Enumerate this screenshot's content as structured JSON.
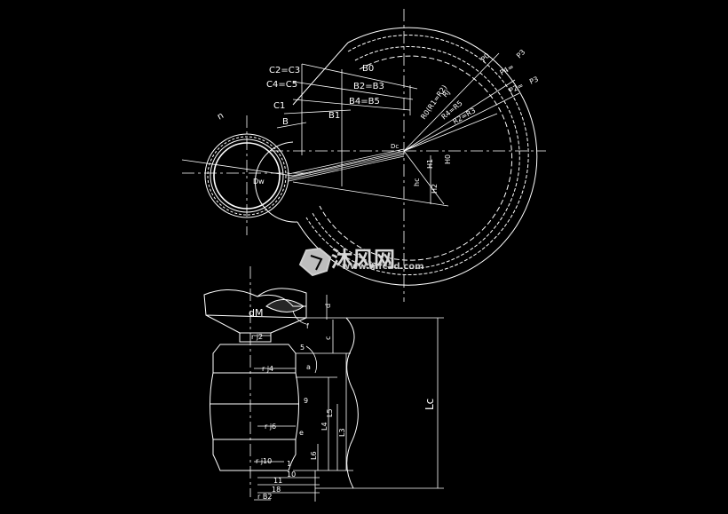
{
  "colors": {
    "background": "#000000",
    "lines": "#ffffff",
    "watermark": "#c8c8c8"
  },
  "top_view": {
    "dim_labels": {
      "c2_c3": "C2=C3",
      "c4_c5": "C4=C5",
      "c1": "C1",
      "b0": "B0",
      "b2_b3": "B2=B3",
      "b4_b5": "B4=B5",
      "b1": "B1",
      "b": "B",
      "n": "n",
      "dw": "Dw",
      "dc": "Dc",
      "p0": "P0",
      "p3": "P3",
      "p4": "P4=",
      "p2": "P2=",
      "p3b": "P3",
      "r0": "R0(R1=R2)",
      "rj": "Rj",
      "r4_r5": "R4=R5",
      "r2_r3": "R2=R3",
      "h1": "H1",
      "h0": "H0",
      "hc": "hc",
      "h2": "H2"
    }
  },
  "side_view": {
    "dim_labels": {
      "dm": "dM",
      "d": "d",
      "rj2": "r j2",
      "c": "c",
      "five": "5",
      "angle": "a",
      "rj4": "r j4",
      "nine": "9",
      "rj6": "r j6",
      "l5": "L5",
      "l4": "L4",
      "l3": "L3",
      "l6": "L6",
      "lc": "Lc",
      "rj0": "r j10",
      "one": "1",
      "ten": "10",
      "eleven": "11",
      "eighteen": "18",
      "rb2": "r B2",
      "e": "e",
      "f": "f"
    }
  },
  "watermark": {
    "brand": "沐风网",
    "url": "www.mfcad.com"
  }
}
